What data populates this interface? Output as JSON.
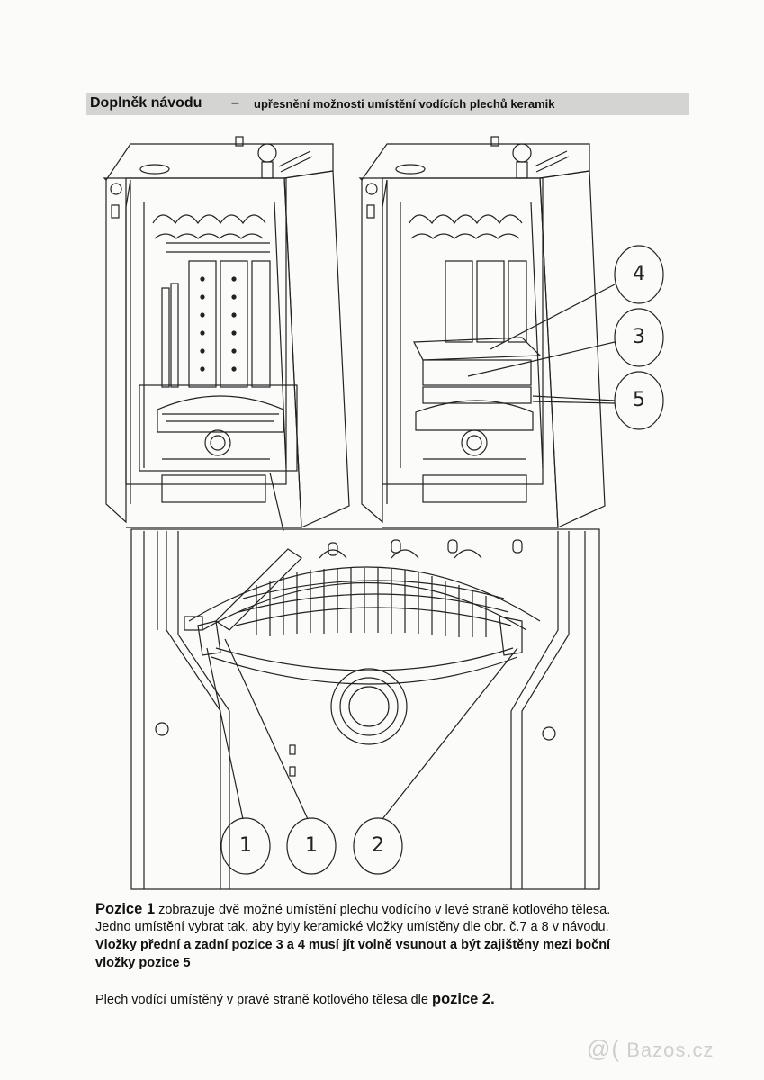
{
  "header": {
    "title": "Doplněk návodu",
    "dash": "–",
    "subtitle": "upřesnění možnosti umístění vodících plechů keramik"
  },
  "callouts": {
    "top_right": [
      "4",
      "3",
      "5"
    ],
    "bottom": [
      "1",
      "1",
      "2"
    ]
  },
  "text": {
    "p1_lead": "Pozice 1",
    "p1_rest": " zobrazuje dvě možné umístění plechu vodícího v levé straně kotlového tělesa.",
    "p1_line2": "Jedno umístění vybrat tak, aby byly keramické vložky umístěny dle obr. č.7 a 8 v návodu.",
    "p1_line3": "Vložky přední a zadní pozice 3 a 4 musí jít volně vsunout a být zajištěny mezi boční",
    "p1_line4": "vložky pozice 5",
    "p2_text": "Plech vodící umístěný v pravé straně kotlového tělesa dle ",
    "p2_bold": "pozice 2."
  },
  "watermark": "Bazos.cz"
}
